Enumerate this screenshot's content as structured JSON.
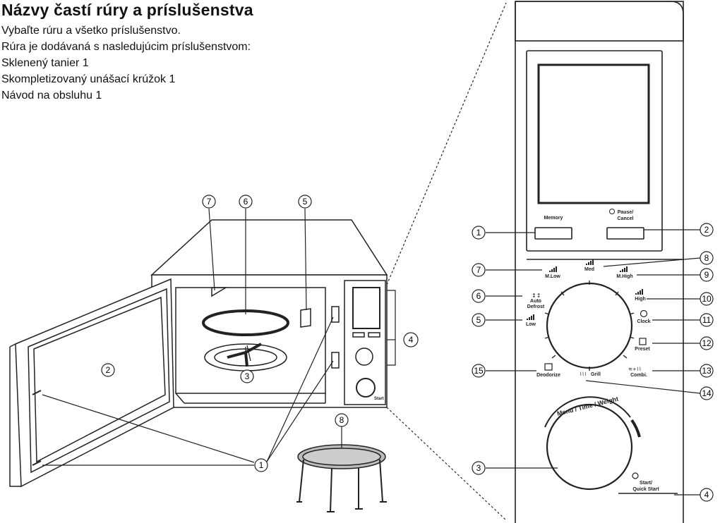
{
  "header": {
    "title": "Názvy častí rúry a príslušenstva",
    "lines": [
      "Vybaľte rúru a všetko príslušenstvo.",
      "Rúra je dodávaná s nasledujúcim príslušenstvom:",
      "Sklenený tanier  1",
      "Skompletizovaný unášací krúžok  1",
      "Návod na obsluhu  1"
    ]
  },
  "oven_callouts": [
    "1",
    "2",
    "3",
    "4",
    "5",
    "6",
    "7",
    "8"
  ],
  "panel_callouts": [
    "1",
    "2",
    "3",
    "4",
    "5",
    "6",
    "7",
    "8",
    "9",
    "10",
    "11",
    "12",
    "13",
    "14",
    "15"
  ],
  "panel": {
    "memory": "Memory",
    "pause_cancel_1": "Pause/",
    "pause_cancel_2": "Cancel",
    "m_low": "M.Low",
    "med": "Med",
    "m_high": "M.High",
    "auto_defrost_1": "Auto",
    "auto_defrost_2": "Defrost",
    "high": "High",
    "low": "Low",
    "clock": "Clock",
    "preset": "Preset",
    "deodorize": "Deodorize",
    "grill": "Grill",
    "combi": "Combi.",
    "menu_time_weight": "Menu / Time / Weight",
    "start_1": "Start/",
    "start_2": "Quick Start"
  },
  "mini_panel": {
    "dial_label": "Start"
  }
}
